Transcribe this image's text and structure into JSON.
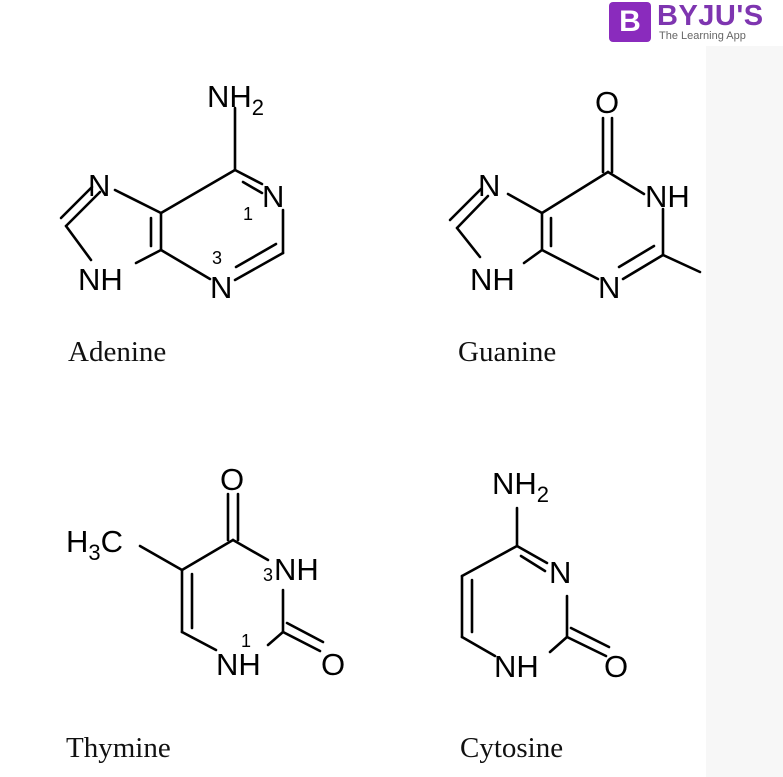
{
  "logo": {
    "badge_letter": "B",
    "name": "BYJU'S",
    "tagline": "The Learning App",
    "brand_color": "#8a2bbd"
  },
  "adenine": {
    "name": "Adenine",
    "nh2": {
      "base": "NH",
      "sub": "2"
    },
    "n_imid_top": "N",
    "nh_imid": "NH",
    "n1": "N",
    "n3": "N",
    "pos1": "1",
    "pos3": "3"
  },
  "guanine": {
    "name": "Guanine",
    "o": "O",
    "n_imid_top": "N",
    "nh_imid": "NH",
    "nh_ring": "NH",
    "n_ring": "N"
  },
  "thymine": {
    "name": "Thymine",
    "o_top": "O",
    "o_right": "O",
    "ch3": {
      "h": "H",
      "sub": "3",
      "c": "C"
    },
    "nh3": "NH",
    "nh1": "NH",
    "pos1": "1",
    "pos3": "3"
  },
  "cytosine": {
    "name": "Cytosine",
    "nh2": {
      "base": "NH",
      "sub": "2"
    },
    "n_ring": "N",
    "nh_ring": "NH",
    "o": "O"
  }
}
